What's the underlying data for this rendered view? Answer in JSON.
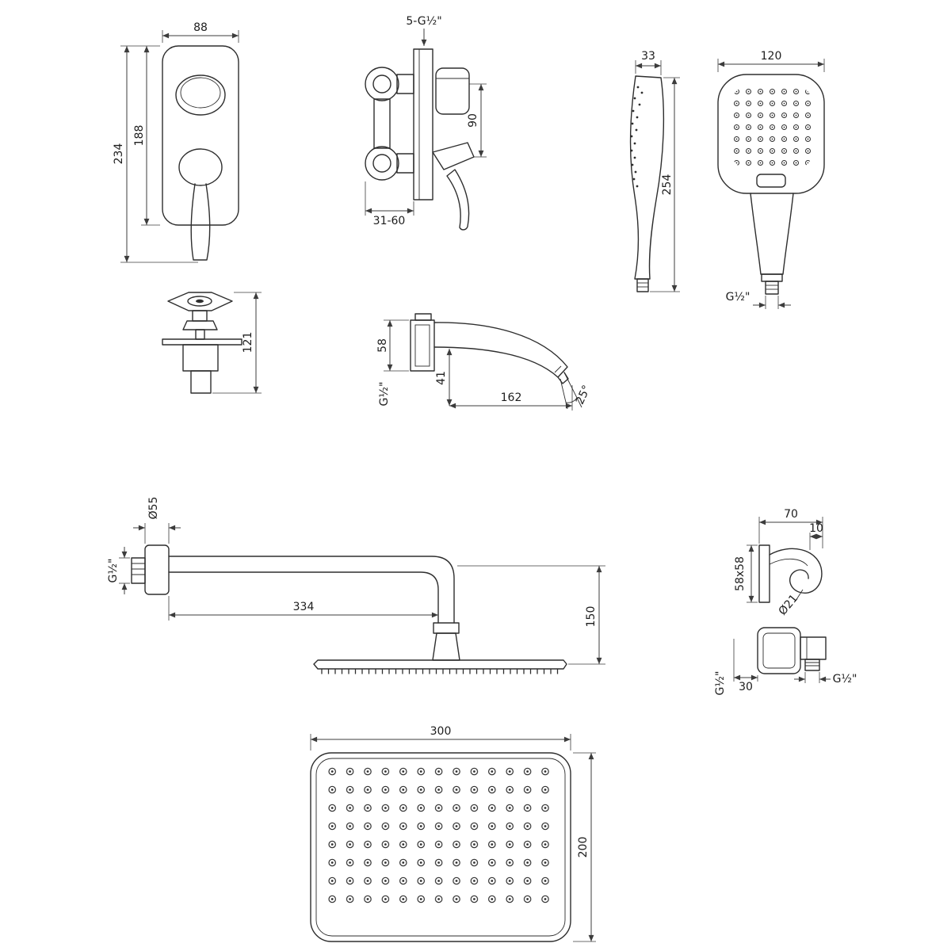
{
  "drawing": {
    "trim_plate": {
      "width": "88",
      "total_height": "234",
      "plate_height": "188"
    },
    "valve": {
      "connections": "5-G½\"",
      "port_spacing": "90",
      "depth_range": "31-60"
    },
    "handshower_side": {
      "width": "33",
      "length": "254"
    },
    "handshower_front": {
      "width": "120",
      "thread": "G½\""
    },
    "valve_trim_side": {
      "height": "121"
    },
    "spout": {
      "flange_height": "58",
      "thread": "G½\"",
      "drop": "41",
      "length": "162",
      "angle": "25°"
    },
    "arm_and_head": {
      "flange_diameter": "Ø55",
      "thread": "G½\"",
      "arm_length": "334",
      "head_drop": "150"
    },
    "holder": {
      "depth": "70",
      "thickness": "10",
      "face_size": "58x58",
      "hole_diameter": "Ø21"
    },
    "wall_outlet": {
      "depth": "30",
      "wall_thread": "G½\"",
      "outlet_thread": "G½\""
    },
    "head_top": {
      "width": "300",
      "depth": "200"
    }
  }
}
